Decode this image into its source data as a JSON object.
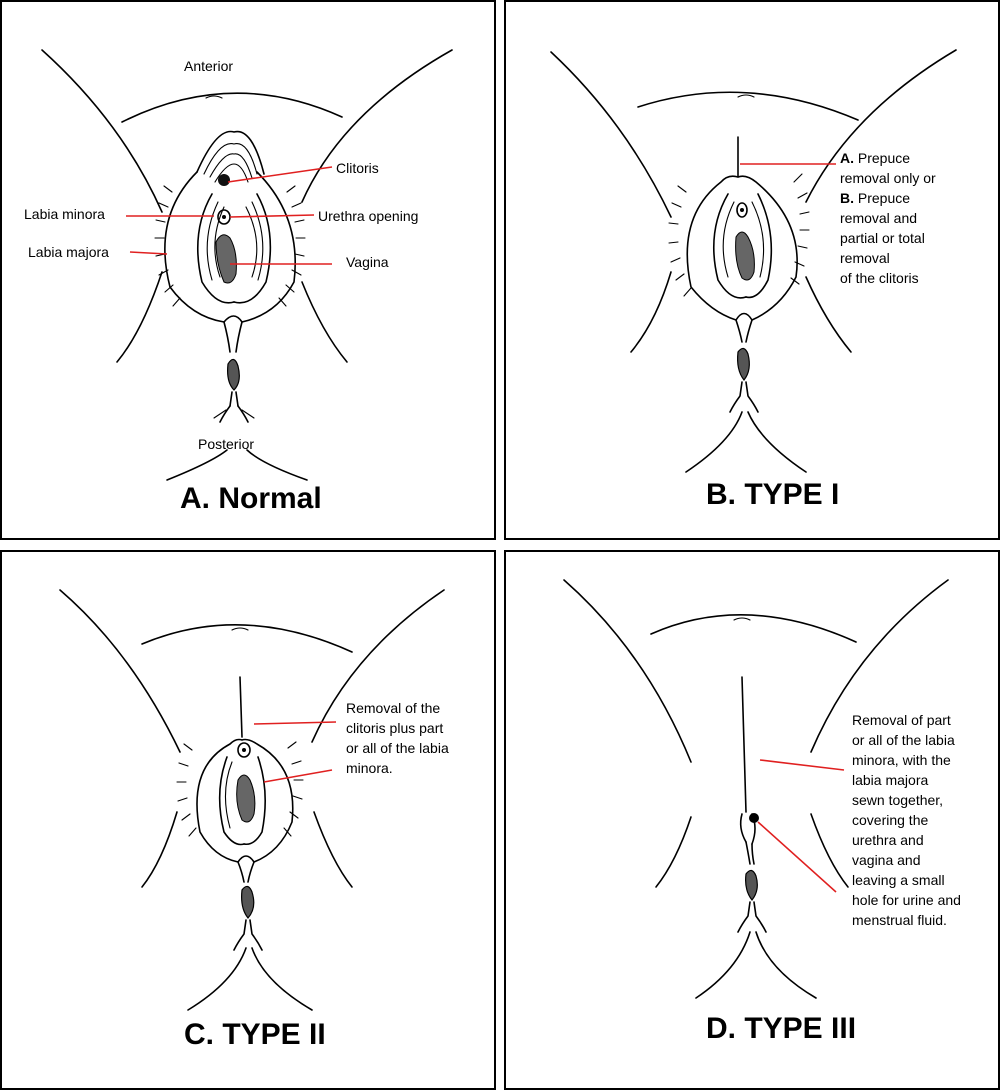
{
  "panels": {
    "a": {
      "title": "A. Normal",
      "labels": {
        "anterior": "Anterior",
        "posterior": "Posterior",
        "clitoris": "Clitoris",
        "labia_minora": "Labia minora",
        "urethra": "Urethra  opening",
        "labia_majora": "Labia majora",
        "vagina": "Vagina"
      }
    },
    "b": {
      "title": "B.  TYPE I",
      "desc": {
        "a_letter": "A.",
        "a_text": " Prepuce",
        "line2": "removal only or",
        "b_letter": "B.",
        "b_text": " Prepuce",
        "line4": "removal and",
        "line5": "partial or total",
        "line6": "removal",
        "line7": "of the clitoris"
      }
    },
    "c": {
      "title": "C.  TYPE II",
      "desc": [
        "Removal of the",
        "clitoris plus part",
        "or all of the labia",
        "minora."
      ]
    },
    "d": {
      "title": "D.  TYPE III",
      "desc": [
        "Removal of part",
        "or all of the labia",
        "minora, with the",
        "labia majora",
        "sewn together,",
        "covering the",
        "urethra and",
        "vagina and",
        "leaving a small",
        "hole for urine and",
        "menstrual fluid."
      ]
    }
  },
  "colors": {
    "leader": "#e02020",
    "line": "#000000",
    "fill_gray": "#666666"
  }
}
